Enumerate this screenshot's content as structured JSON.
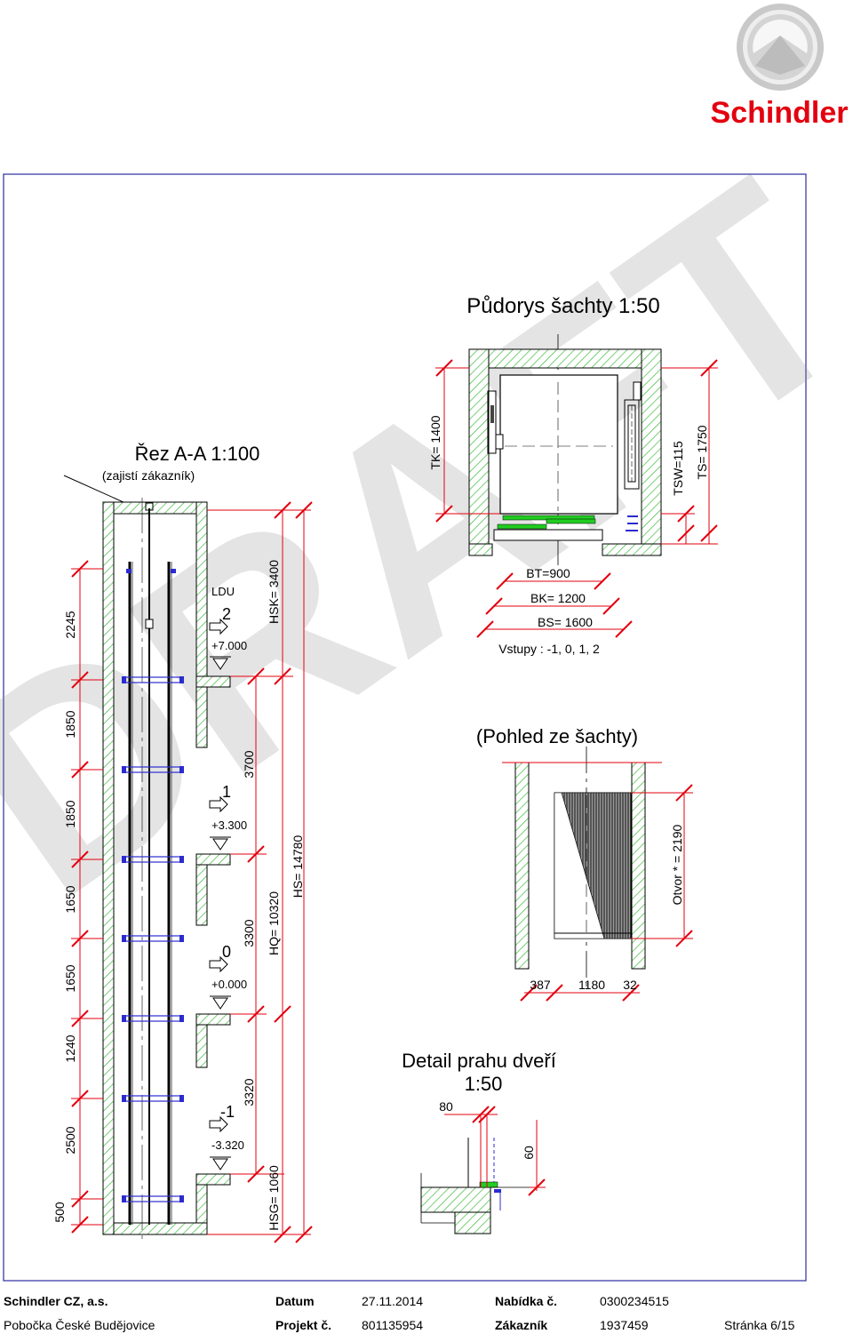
{
  "logo": {
    "text": "Schindler",
    "color": "#e3000f"
  },
  "watermark": "DRAFT",
  "section": {
    "title": "Řez A-A 1:100",
    "note": "(zajistí zákazník)",
    "left_dims": [
      "2245",
      "1850",
      "1850",
      "1650",
      "1650",
      "1240",
      "2500",
      "500"
    ],
    "floors": [
      {
        "label": "LDU",
        "number": "2",
        "level": "+7.000"
      },
      {
        "number": "1",
        "level": "+3.300"
      },
      {
        "number": "0",
        "level": "+0.000"
      },
      {
        "number": "-1",
        "level": "-3.320"
      }
    ],
    "floor_heights": [
      "3700",
      "3300",
      "3320"
    ],
    "hsk": "HSK= 3400",
    "hq": "HQ= 10320",
    "hs": "HS= 14780",
    "hsg": "HSG= 1060"
  },
  "plan": {
    "title": "Půdorys šachty 1:50",
    "tk": "TK= 1400",
    "tsw": "TSW=115",
    "ts": "TS= 1750",
    "bt": "BT=900",
    "bk": "BK= 1200",
    "bs": "BS= 1600",
    "entries": "Vstupy : -1, 0, 1, 2"
  },
  "view": {
    "title": "(Pohled ze šachty)",
    "opening": "Otvor * = 2190",
    "dims": [
      "387",
      "1180",
      "32"
    ]
  },
  "detail": {
    "title_line1": "Detail prahu dveří",
    "title_line2": "1:50",
    "dim_80": "80",
    "dim_60": "60"
  },
  "footer": {
    "company": "Schindler CZ, a.s.",
    "branch": "Pobočka České Budějovice",
    "date_label": "Datum",
    "date": "27.11.2014",
    "project_label": "Projekt č.",
    "project": "801135954",
    "offer_label": "Nabídka č.",
    "offer": "0300234515",
    "customer_label": "Zákazník",
    "customer": "1937459",
    "page": "Stránka 6/15"
  },
  "colors": {
    "hatch": "#3dbb3d",
    "dimension": "#e3000f",
    "frame": "#2b2b9e",
    "rail_bracket": "#2b2bd0",
    "door_green": "#22cc22"
  }
}
